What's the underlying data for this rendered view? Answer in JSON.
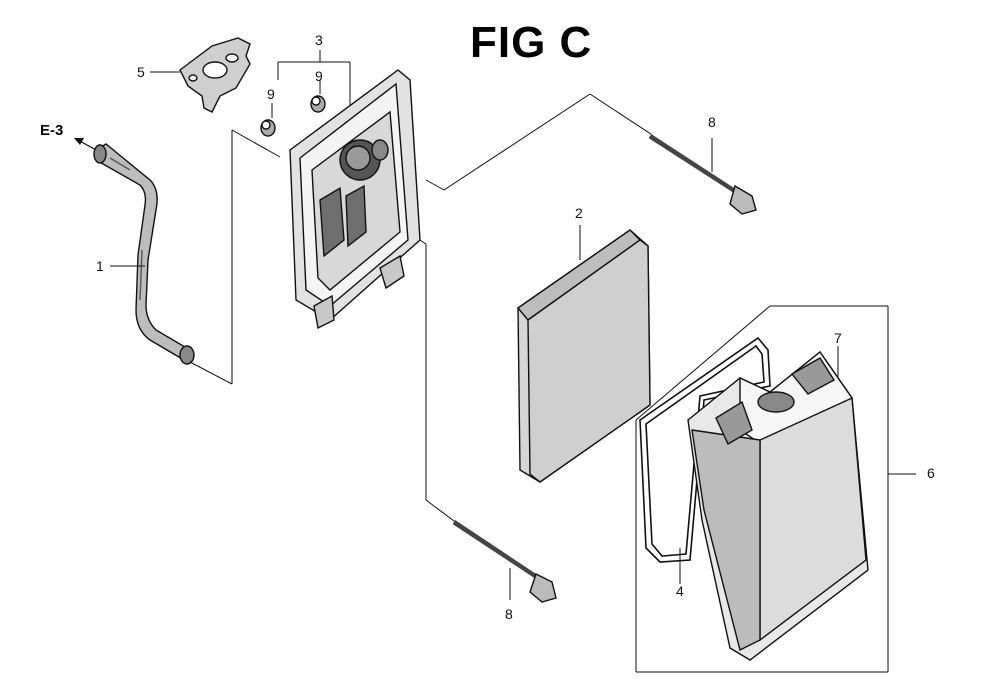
{
  "figure": {
    "title": "FIG C",
    "reference": "E-3"
  },
  "callouts": {
    "c1": "1",
    "c2": "2",
    "c3": "3",
    "c4": "4",
    "c5": "5",
    "c6": "6",
    "c7": "7",
    "c8a": "8",
    "c8b": "8",
    "c9a": "9",
    "c9b": "9"
  }
}
